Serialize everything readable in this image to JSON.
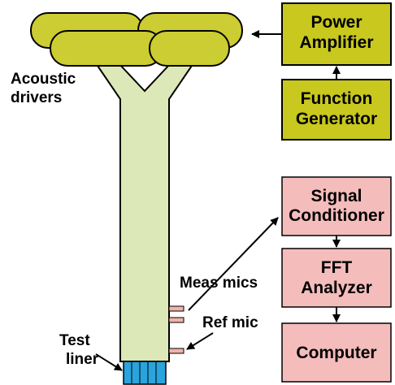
{
  "labels": {
    "acoustic_drivers": [
      "Acoustic",
      "drivers"
    ],
    "meas_mics": "Meas mics",
    "ref_mic": "Ref mic",
    "test_liner": [
      "Test",
      "liner"
    ]
  },
  "blocks": {
    "power_amplifier": [
      "Power",
      "Amplifier"
    ],
    "function_generator": [
      "Function",
      "Generator"
    ],
    "signal_conditioner": [
      "Signal",
      "Conditioner"
    ],
    "fft_analyzer": [
      "FFT",
      "Analyzer"
    ],
    "computer": [
      "Computer"
    ]
  },
  "colors": {
    "olive_block": "#c8c81e",
    "pink_block": "#f5bcbc",
    "duct": "#dde8b8",
    "driver": "#cccc33",
    "mic": "#f0b4aa",
    "liner": "#2aa4dd"
  }
}
